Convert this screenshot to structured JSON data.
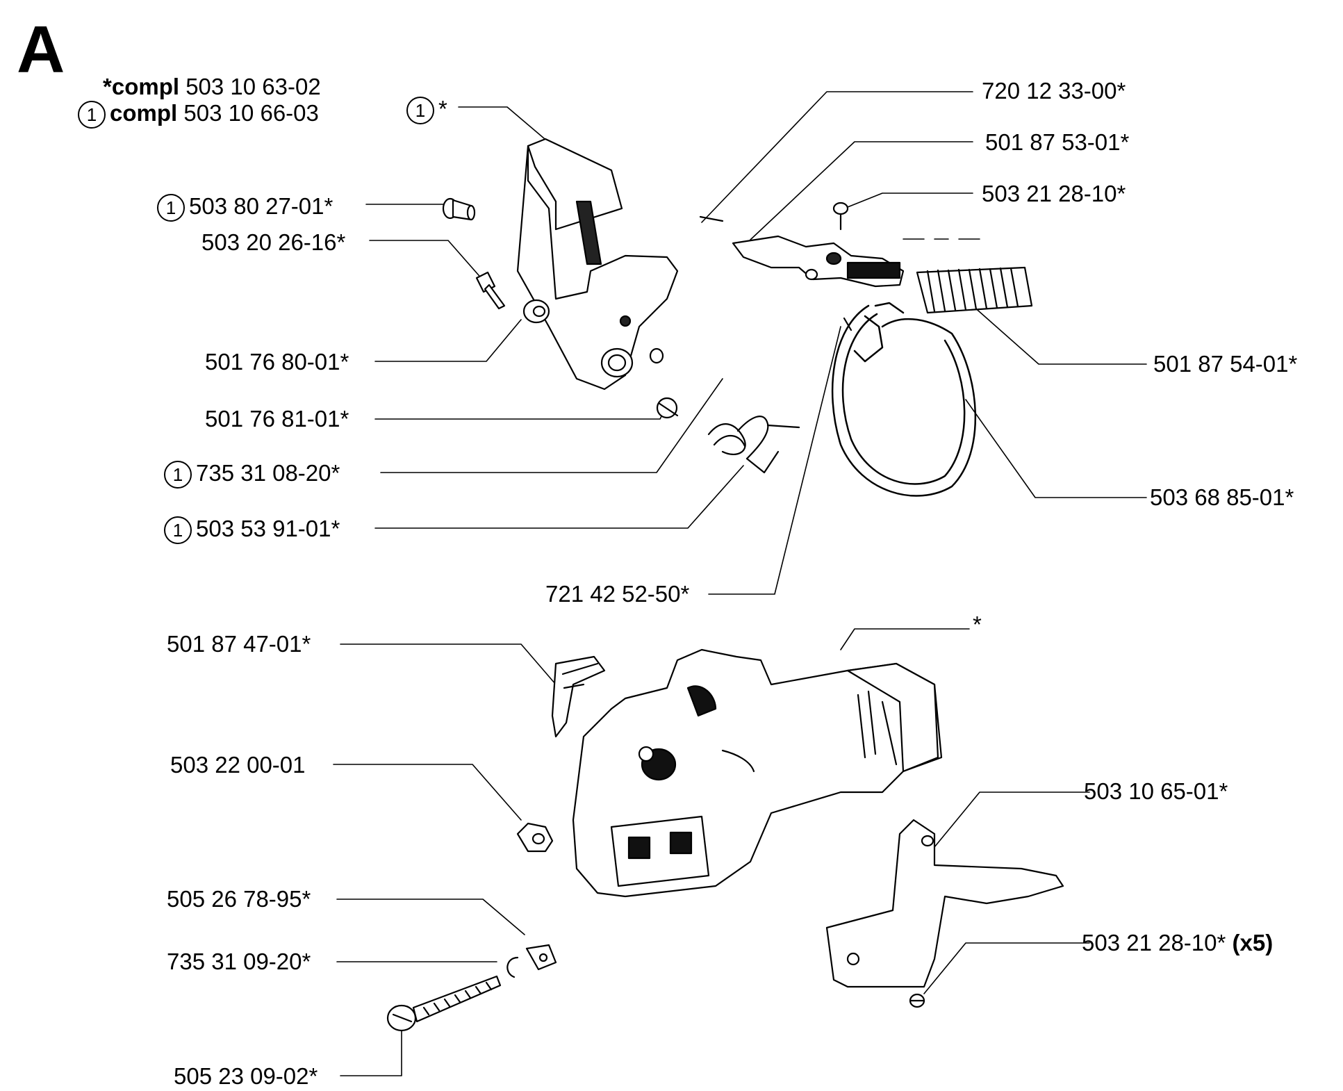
{
  "section": "A",
  "legend": [
    {
      "marker": "*",
      "word": "compl",
      "number": "503 10 63-02"
    },
    {
      "marker": "1",
      "word": "compl",
      "number": "503 10 66-03"
    }
  ],
  "parts": [
    {
      "id": "p1",
      "circled": "1",
      "text": "*"
    },
    {
      "id": "p2",
      "circled": "1",
      "text": "503 80 27-01*"
    },
    {
      "id": "p3",
      "circled": "",
      "text": "503 20 26-16*"
    },
    {
      "id": "p4",
      "circled": "",
      "text": "501 76 80-01*"
    },
    {
      "id": "p5",
      "circled": "",
      "text": "501 76 81-01*"
    },
    {
      "id": "p6",
      "circled": "1",
      "text": "735 31 08-20*"
    },
    {
      "id": "p7",
      "circled": "1",
      "text": "503 53 91-01*"
    },
    {
      "id": "p8",
      "circled": "",
      "text": "721 42 52-50*"
    },
    {
      "id": "p9",
      "circled": "",
      "text": "720 12 33-00*"
    },
    {
      "id": "p10",
      "circled": "",
      "text": "501 87 53-01*"
    },
    {
      "id": "p11",
      "circled": "",
      "text": "503 21 28-10*"
    },
    {
      "id": "p12",
      "circled": "",
      "text": "501 87 54-01*"
    },
    {
      "id": "p13",
      "circled": "",
      "text": "503 68 85-01*"
    },
    {
      "id": "p14",
      "circled": "",
      "text": "501 87 47-01*"
    },
    {
      "id": "p15",
      "circled": "",
      "text": "*"
    },
    {
      "id": "p16",
      "circled": "",
      "text": "503 22 00-01"
    },
    {
      "id": "p17",
      "circled": "",
      "text": "503 10 65-01*"
    },
    {
      "id": "p18",
      "circled": "",
      "text": "505 26 78-95*"
    },
    {
      "id": "p19",
      "circled": "",
      "text": "735 31 09-20*"
    },
    {
      "id": "p20",
      "circled": "",
      "text": "503 21 28-10*",
      "suffix": "(x5)"
    },
    {
      "id": "p21",
      "circled": "",
      "text": "505 23 09-02*"
    }
  ]
}
